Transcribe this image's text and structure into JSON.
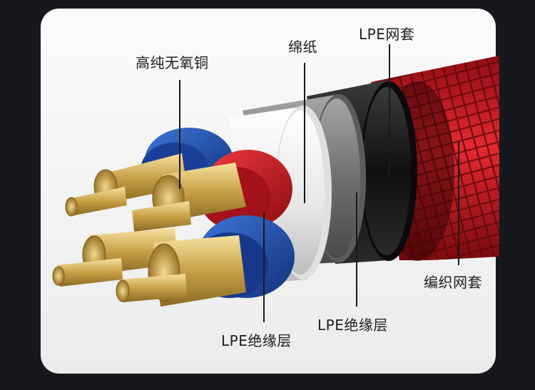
{
  "labels": {
    "conductor": "高纯无氧铜",
    "paper": "绵纸",
    "outer_sheath": "LPE网套",
    "braid": "编织网套",
    "inner_insulation": "LPE绝缘层",
    "core_insulation": "LPE绝缘层"
  },
  "colors": {
    "page_background": "#16181d",
    "panel_background": "#f4f4f4",
    "braid_red": "#d01a22",
    "sheath_black": "#1b1b1b",
    "sheath_grey": "#7a7a7a",
    "paper_white": "#f2f2f2",
    "core_blue": "#1f4fb5",
    "core_red": "#c4161c",
    "copper_gold": "#d9b35a",
    "leader_line": "#1a1a1a"
  }
}
